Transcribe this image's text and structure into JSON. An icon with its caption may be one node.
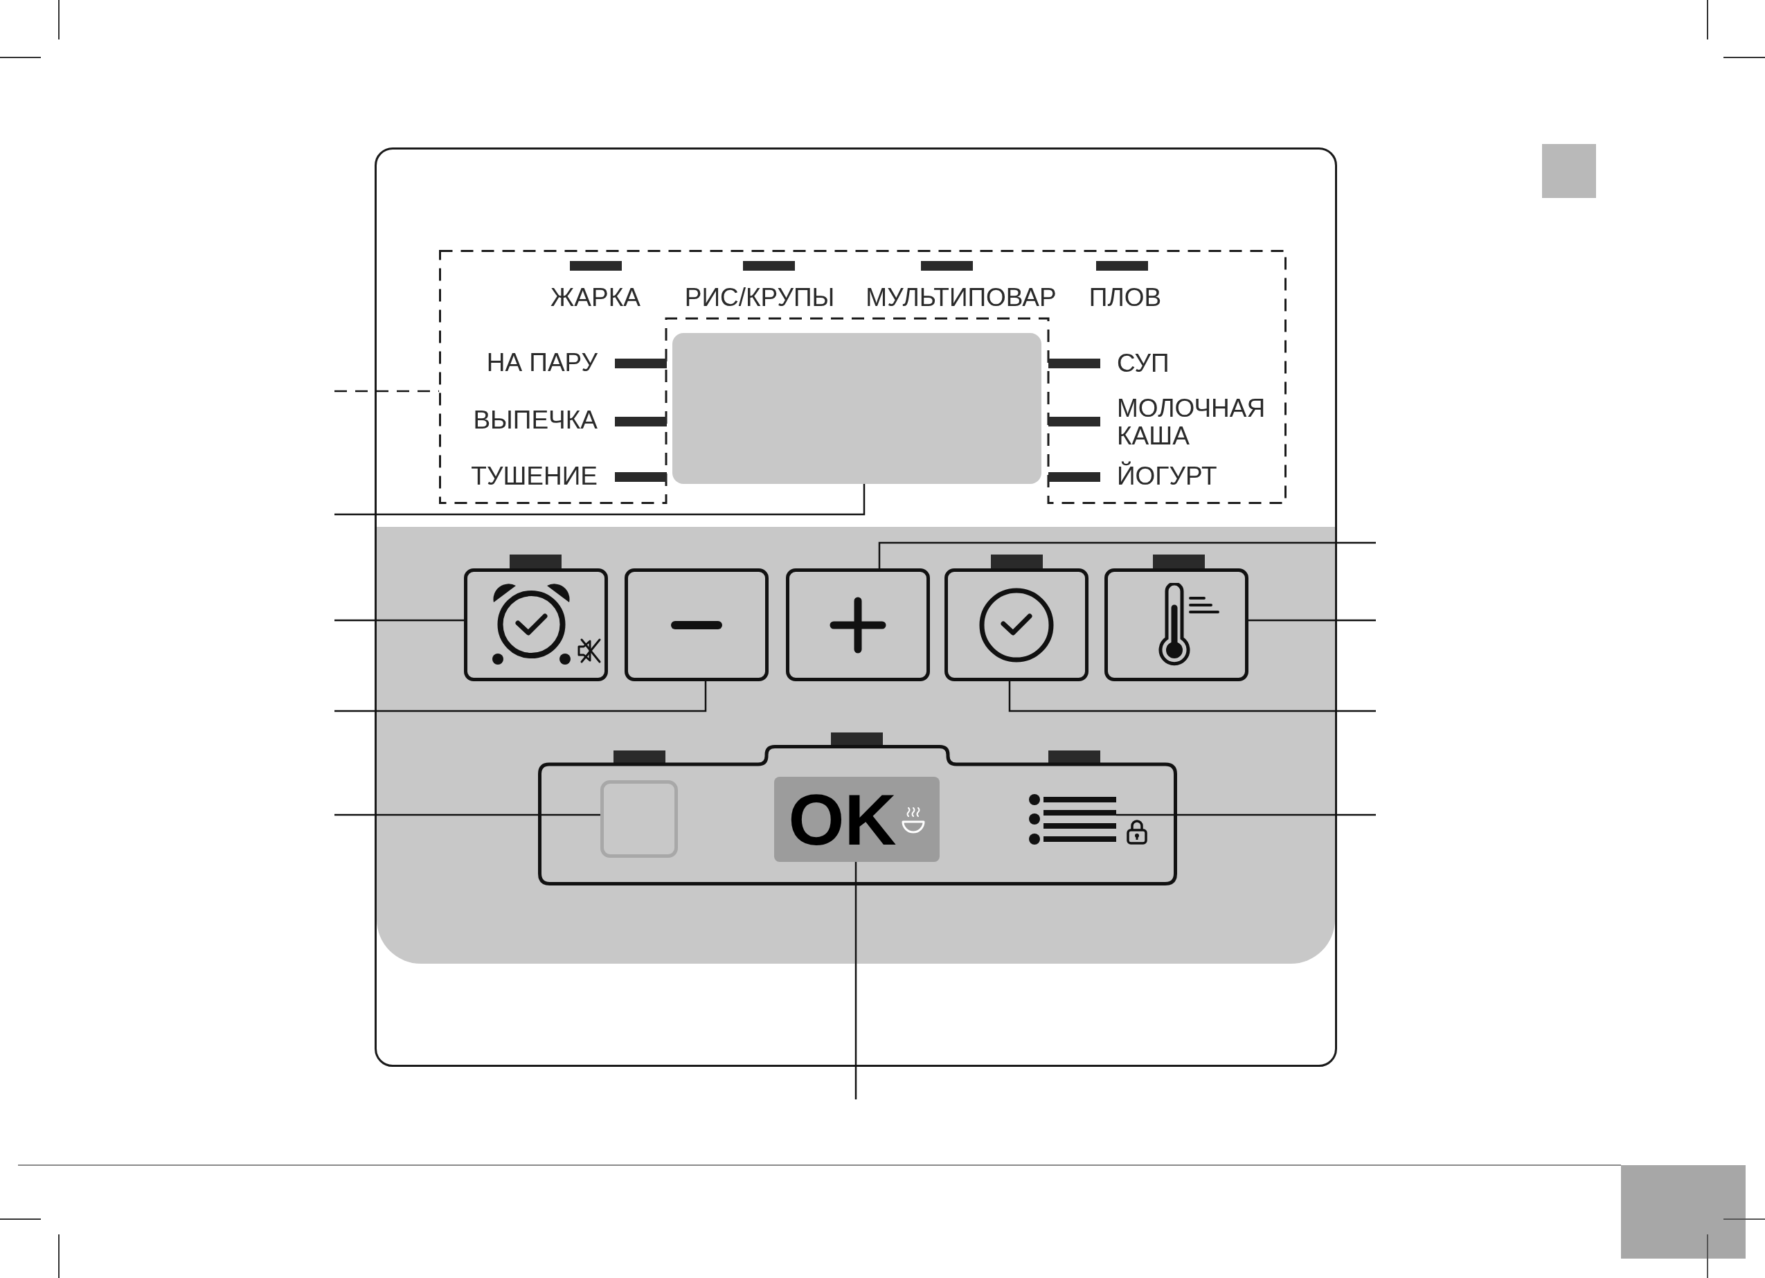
{
  "diagram": {
    "nodes": [
      {
        "text": [],
        "shape": "box"
      },
      {
        "text": [
          "ЖАРКА",
          "РИС/КРУПЫ",
          "МУЛЬТИПОВАР",
          "ПЛОВ",
          "НА ПАРУ",
          "СУП",
          "ВЫПЕЧКА",
          "МОЛОЧНАЯ КАША",
          "ТУШЕНИЕ",
          "ЙОГУРТ"
        ],
        "in": 0
      },
      {
        "text": [],
        "shape": "box",
        "in": 0
      },
      {
        "text": [],
        "shape": "box",
        "in": 0
      },
      {
        "text": [],
        "shape": "box",
        "in": 0
      },
      {
        "text": [],
        "shape": "box",
        "in": 0
      },
      {
        "text": [],
        "shape": "box",
        "in": 0
      },
      {
        "text": [],
        "shape": "box",
        "in": 0
      },
      {
        "text": [],
        "shape": "box",
        "in": 0
      },
      {
        "text": [],
        "shape": "box",
        "in": 8
      },
      {
        "text": [
          "OK"
        ],
        "in": 8
      },
      {
        "text": [],
        "shape": "picture",
        "in": 8
      }
    ],
    "edges": [
      {
        "from": null,
        "to": 1,
        "arrow": "none",
        "style": "dashed"
      },
      {
        "from": null,
        "to": 2,
        "arrow": "none"
      },
      {
        "from": null,
        "to": 5,
        "arrow": "none"
      },
      {
        "from": null,
        "to": 3,
        "arrow": "none"
      },
      {
        "from": null,
        "to": 7,
        "arrow": "none"
      },
      {
        "from": null,
        "to": 4,
        "arrow": "none"
      },
      {
        "from": null,
        "to": 6,
        "arrow": "none"
      },
      {
        "from": null,
        "to": 9,
        "arrow": "none"
      },
      {
        "from": null,
        "to": 11,
        "arrow": "none"
      },
      {
        "from": null,
        "to": 10,
        "arrow": "none"
      }
    ]
  }
}
